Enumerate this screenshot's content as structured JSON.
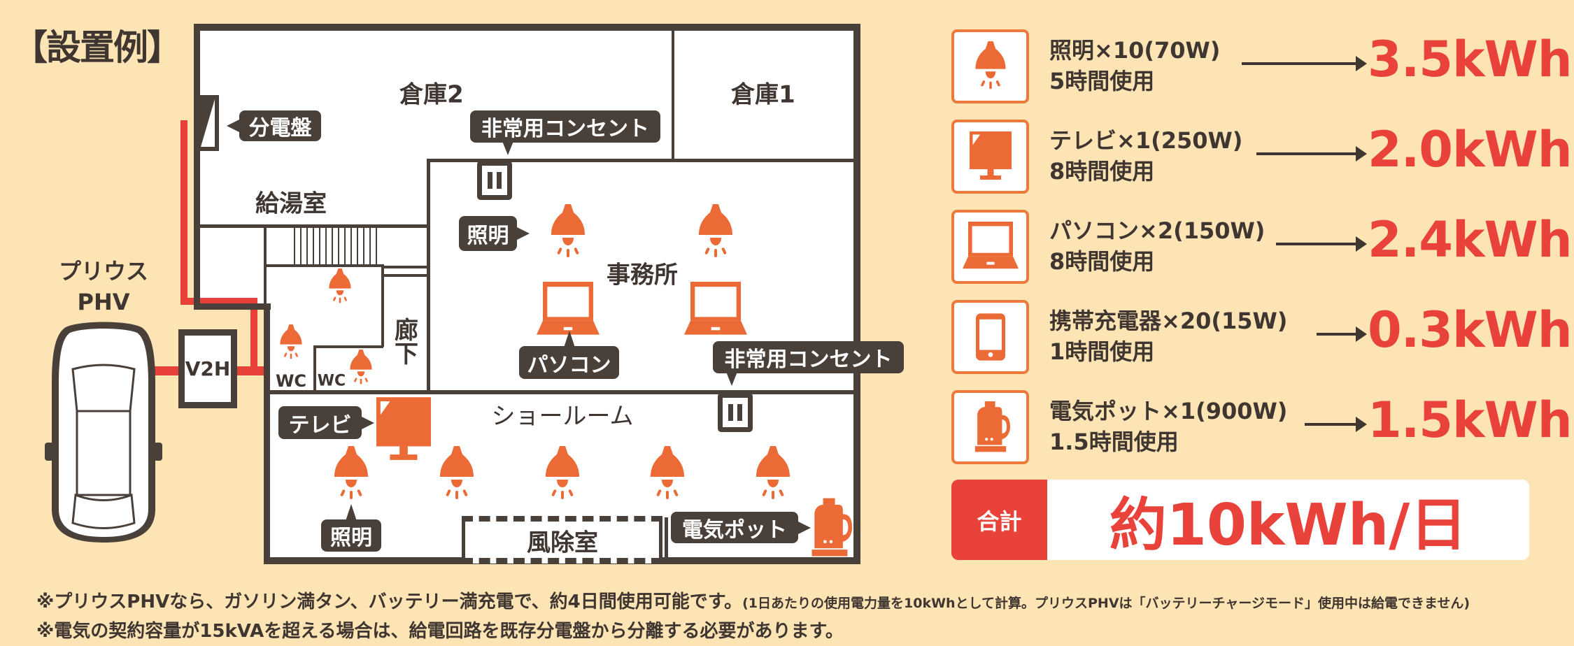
{
  "title": "【設置例】",
  "floorplan": {
    "rooms": {
      "warehouse2": "倉庫2",
      "warehouse1": "倉庫1",
      "kitchenette": "給湯室",
      "office": "事務所",
      "corridor": "廊下",
      "wc1": "WC",
      "wc2": "WC",
      "showroom": "ショールーム",
      "windbreak": "風除室"
    },
    "tags": {
      "distribution_board": "分電盤",
      "emergency_outlet_1": "非常用コンセント",
      "emergency_outlet_2": "非常用コンセント",
      "lighting_office": "照明",
      "pc": "パソコン",
      "tv": "テレビ",
      "lighting_showroom": "照明",
      "electric_pot": "電気ポット"
    },
    "car_label_1": "プリウス",
    "car_label_2": "PHV",
    "v2h": "V2H"
  },
  "appliances": [
    {
      "icon": "lamp-icon",
      "line1": "照明×10(70W)",
      "line2": "5時間使用",
      "value": "3.5kWh"
    },
    {
      "icon": "tv-icon",
      "line1": "テレビ×1(250W)",
      "line2": "8時間使用",
      "value": "2.0kWh"
    },
    {
      "icon": "laptop-icon",
      "line1": "パソコン×2(150W)",
      "line2": "8時間使用",
      "value": "2.4kWh"
    },
    {
      "icon": "smartphone-icon",
      "line1": "携帯充電器×20(15W)",
      "line2": "1時間使用",
      "value": "0.3kWh"
    },
    {
      "icon": "electric-pot-icon",
      "line1": "電気ポット×1(900W)",
      "line2": "1.5時間使用",
      "value": "1.5kWh"
    }
  ],
  "total": {
    "label": "合計",
    "value": "約10kWh/日"
  },
  "notes": {
    "note1_main": "※プリウスPHVなら、ガソリン満タン、バッテリー満充電で、約4日間使用可能です。",
    "note1_sub": "(1日あたりの使用電力量を10kWhとして計算。プリウスPHVは「バッテリーチャージモード」使用中は給電できません)",
    "note2": "※電気の契約容量が15kVAを超える場合は、給電回路を既存分電盤から分離する必要があります。"
  },
  "colors": {
    "accent": "#ec6a35",
    "value_red": "#e8423a",
    "dark": "#4a403a",
    "background": "#fde4b4"
  }
}
